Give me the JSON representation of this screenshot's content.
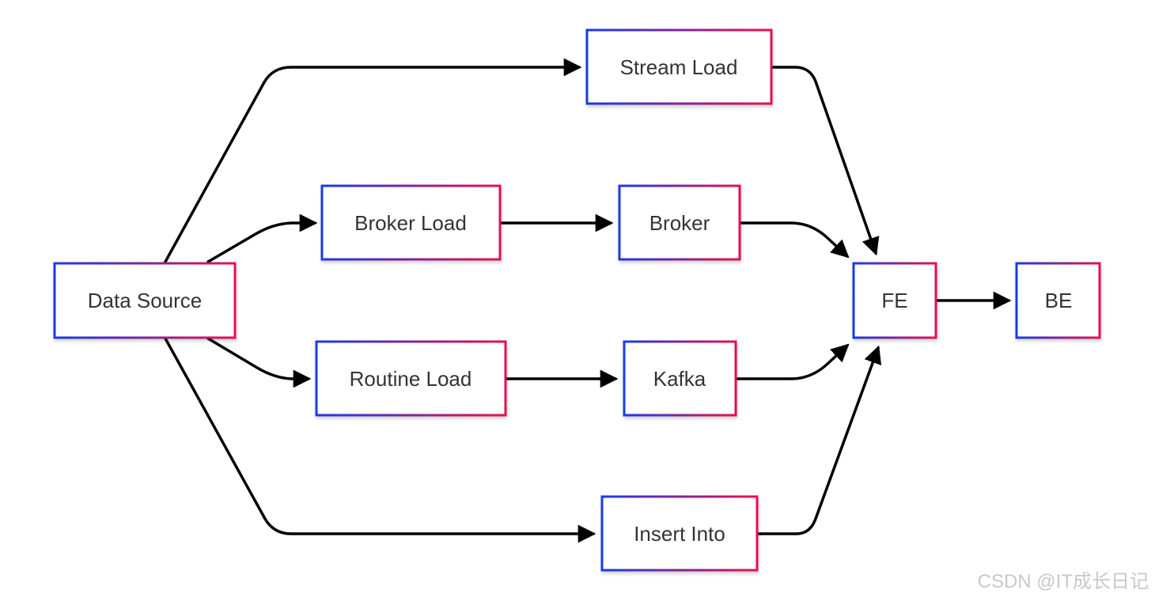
{
  "diagram": {
    "nodes": {
      "data_source": "Data Source",
      "stream_load": "Stream Load",
      "broker_load": "Broker Load",
      "broker": "Broker",
      "routine_load": "Routine Load",
      "kafka": "Kafka",
      "insert_into": "Insert Into",
      "fe": "FE",
      "be": "BE"
    },
    "edges": [
      {
        "from": "Data Source",
        "to": "Stream Load"
      },
      {
        "from": "Data Source",
        "to": "Broker Load"
      },
      {
        "from": "Data Source",
        "to": "Routine Load"
      },
      {
        "from": "Data Source",
        "to": "Insert Into"
      },
      {
        "from": "Broker Load",
        "to": "Broker"
      },
      {
        "from": "Routine Load",
        "to": "Kafka"
      },
      {
        "from": "Stream Load",
        "to": "FE"
      },
      {
        "from": "Broker",
        "to": "FE"
      },
      {
        "from": "Kafka",
        "to": "FE"
      },
      {
        "from": "Insert Into",
        "to": "FE"
      },
      {
        "from": "FE",
        "to": "BE"
      }
    ],
    "colors": {
      "border_start": "#1a3ae6",
      "border_end": "#e8104f",
      "edge": "#000000",
      "text": "#333333"
    }
  },
  "watermark": "CSDN @IT成长日记"
}
